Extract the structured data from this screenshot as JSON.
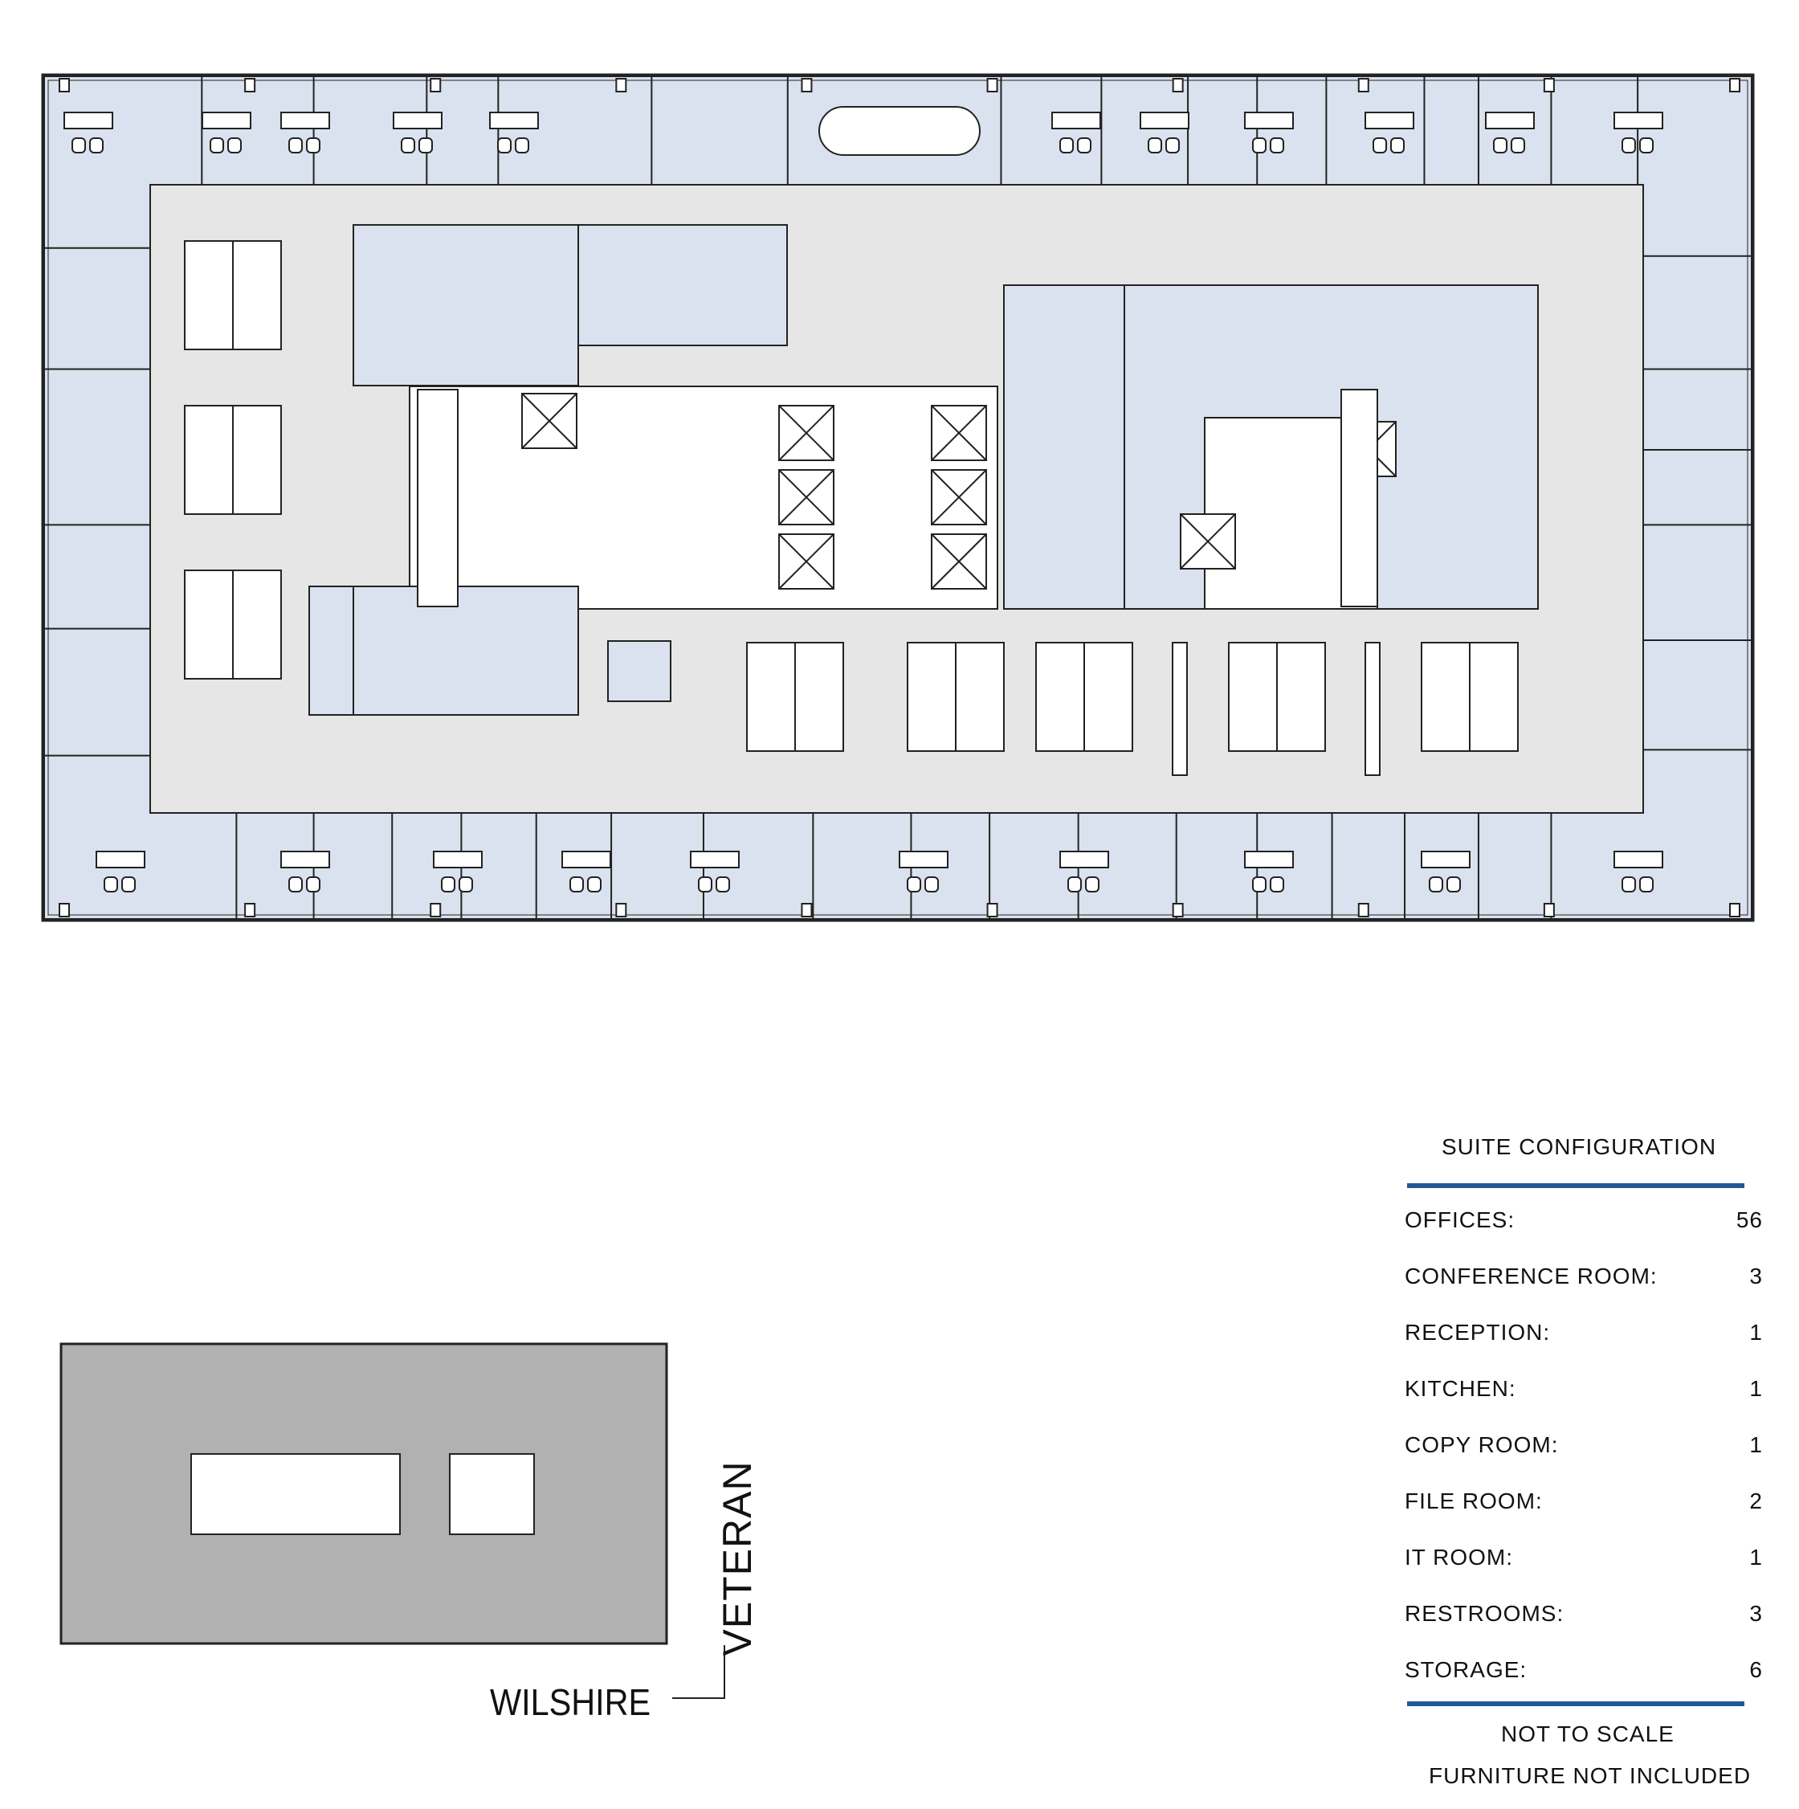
{
  "legend": {
    "title": "SUITE CONFIGURATION",
    "rows": [
      {
        "label": "OFFICES:",
        "value": "56"
      },
      {
        "label": "CONFERENCE ROOM:",
        "value": "3"
      },
      {
        "label": "RECEPTION:",
        "value": "1"
      },
      {
        "label": "KITCHEN:",
        "value": "1"
      },
      {
        "label": "COPY ROOM:",
        "value": "1"
      },
      {
        "label": "FILE ROOM:",
        "value": "2"
      },
      {
        "label": "IT ROOM:",
        "value": "1"
      },
      {
        "label": "RESTROOMS:",
        "value": "3"
      },
      {
        "label": "STORAGE:",
        "value": "6"
      }
    ],
    "note1": "NOT TO SCALE",
    "note2": "FURNITURE NOT INCLUDED",
    "rule_color": "#1f5a96"
  },
  "key_plan": {
    "street_side": "VETERAN",
    "street_bottom": "WILSHIRE",
    "fill_color": "#b1b1b1"
  },
  "colors": {
    "office_fill": "#d9e2ee",
    "corridor_fill": "#e6e6e6",
    "core_fill": "#ffffff",
    "line": "#222222"
  }
}
